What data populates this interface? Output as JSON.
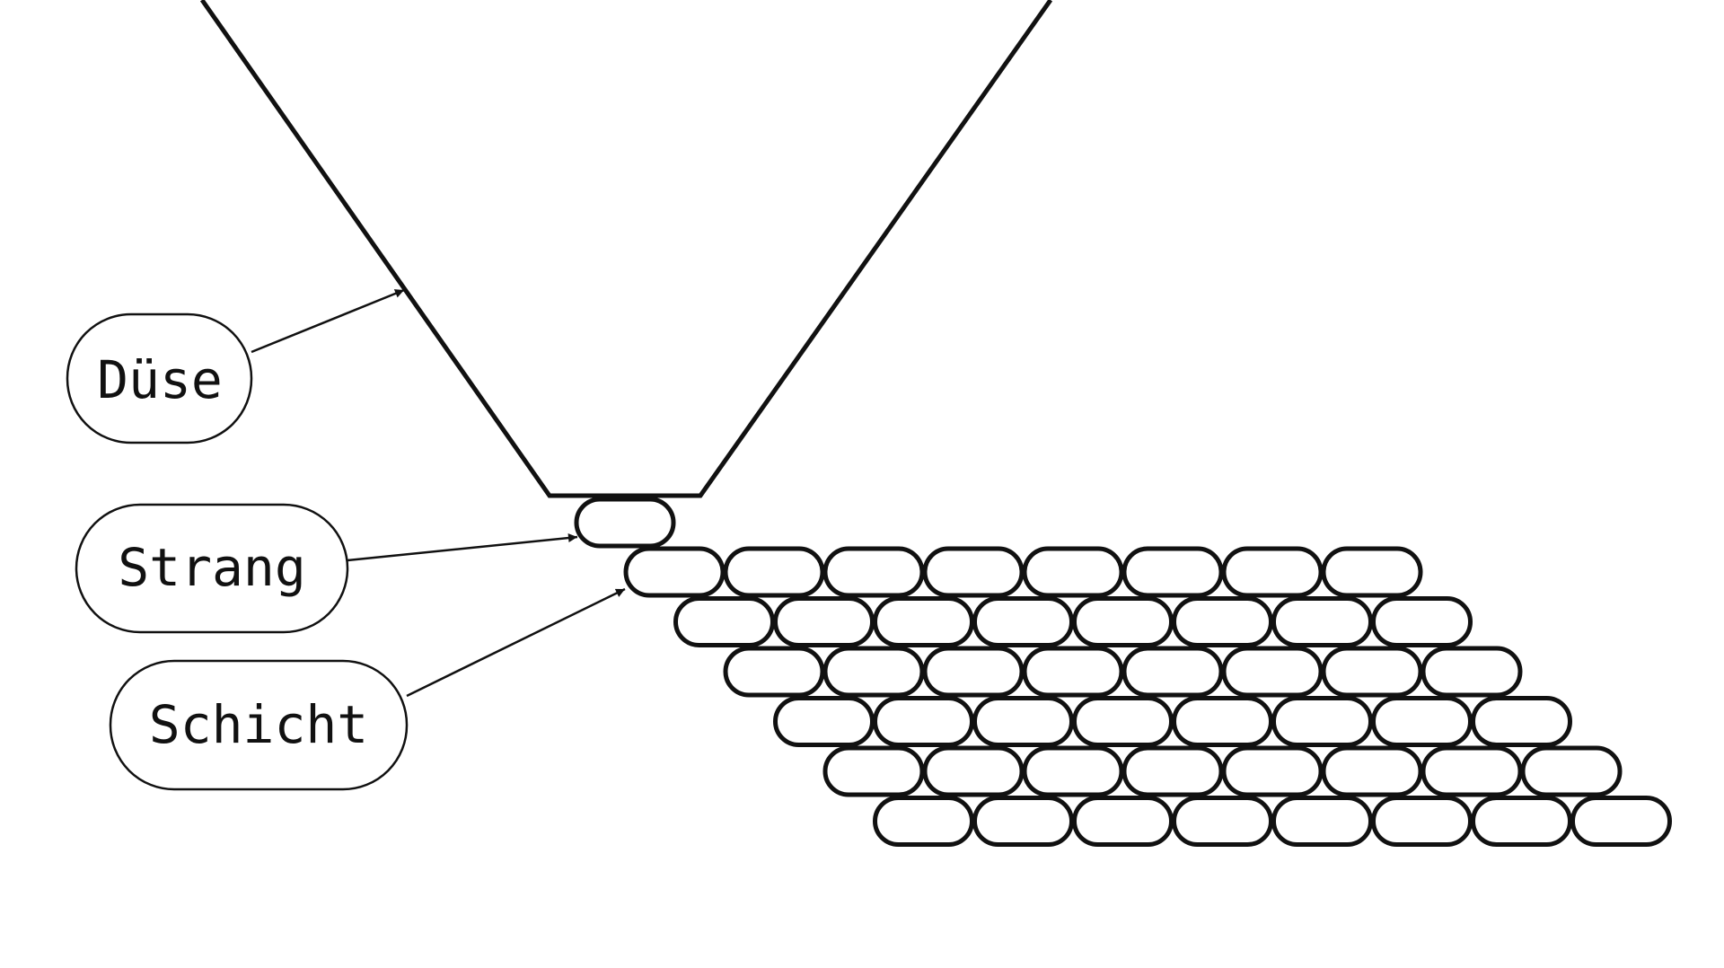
{
  "labels": {
    "nozzle": "Düse",
    "strand": "Strang",
    "layer": "Schicht"
  },
  "colors": {
    "stroke": "#111111",
    "background": "#ffffff",
    "fill": "#ffffff"
  },
  "structure": {
    "top_strand_count": 1,
    "layer_rows": 6,
    "strands_per_layer_row": 8
  }
}
